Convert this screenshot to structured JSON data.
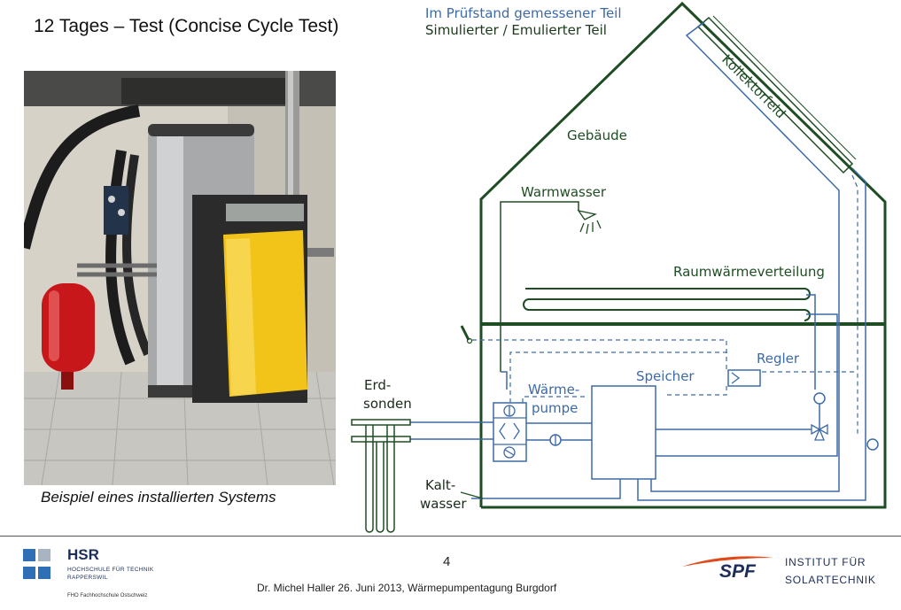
{
  "slide": {
    "title": "12 Tages – Test (Concise Cycle Test)",
    "legend_measured": "Im Prüfstand gemessener Teil",
    "legend_simulated": "Simulierter / Emulierter Teil",
    "photo_caption": "Beispiel eines installierten Systems",
    "page_number": "4",
    "footer_text": "Dr. Michel Haller 26. Juni 2013, Wärmepumpentagung Burgdorf"
  },
  "diagram": {
    "labels": {
      "building": "Gebäude",
      "collector": "Kollektorfeld",
      "hot_water": "Warmwasser",
      "space_heating": "Raumwärmeverteilung",
      "controller": "Regler",
      "storage": "Speicher",
      "heat_pump_1": "Wärme-",
      "heat_pump_2": "pumpe",
      "borehole_1": "Erd-",
      "borehole_2": "sonden",
      "cold_water_1": "Kalt-",
      "cold_water_2": "wasser"
    },
    "colors": {
      "simulated": "#1e4d23",
      "measured": "#3c6aa8"
    }
  },
  "logos": {
    "hsr_name": "HSR",
    "hsr_line1": "HOCHSCHULE FÜR TECHNIK",
    "hsr_line2": "RAPPERSWIL",
    "hsr_line3": "FHO Fachhochschule Ostschweiz",
    "spf_name": "SPF",
    "spf_line1": "INSTITUT FÜR",
    "spf_line2": "SOLARTECHNIK"
  }
}
